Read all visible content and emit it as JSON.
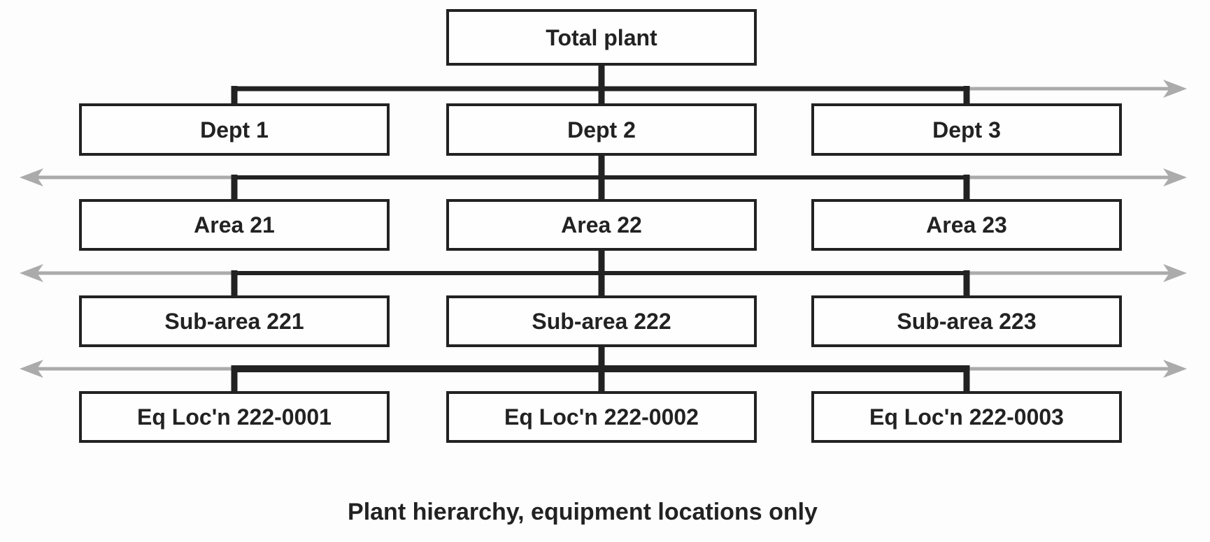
{
  "diagram": {
    "root": {
      "label": "Total plant"
    },
    "levels": {
      "departments": [
        "Dept 1",
        "Dept 2",
        "Dept 3"
      ],
      "areas": [
        "Area 21",
        "Area 22",
        "Area 23"
      ],
      "sub_areas": [
        "Sub-area 221",
        "Sub-area 222",
        "Sub-area 223"
      ],
      "equipment_locations": [
        "Eq Loc'n 222-0001",
        "Eq Loc'n 222-0002",
        "Eq Loc'n 222-0003"
      ]
    },
    "caption": "Plant hierarchy, equipment locations only",
    "colors": {
      "ink": "#222222",
      "arrow_gray": "#ababab",
      "background": "#fdfdfd",
      "box_fill": "#fefefe"
    }
  }
}
